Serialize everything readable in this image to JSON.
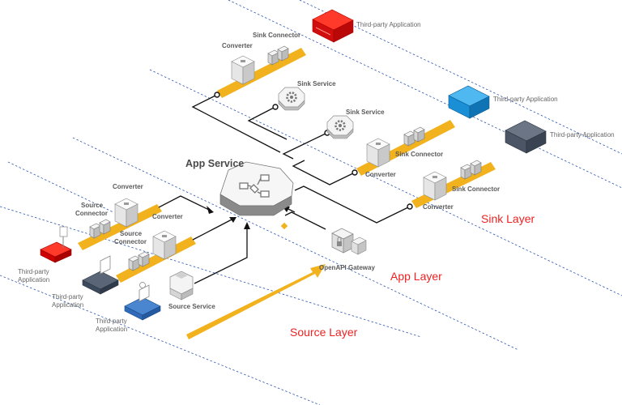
{
  "colors": {
    "red_app": "#dd1010",
    "blue_app": "#1a8fd6",
    "dark_app": "#4b5565",
    "source_blue": "#2f6ab8",
    "source_dark": "#3d4a5c",
    "stream_yellow": "#f1b21e",
    "layer_label": "#ee2222",
    "guide_line": "#2b55b0"
  },
  "layers": {
    "sink": "Sink Layer",
    "app": "App Layer",
    "source": "Source Layer"
  },
  "app_service": {
    "label": "App Service",
    "icon": "flowchart-icon"
  },
  "gateway": {
    "label": "OpenAPI Gateway",
    "icon": "lock-icon"
  },
  "sink_services": [
    {
      "label": "Sink Service",
      "icon": "gear-icon"
    },
    {
      "label": "Sink Service",
      "icon": "gear-icon"
    }
  ],
  "sink_chains": [
    {
      "application": "Third-party Application",
      "connector": "Sink Connector",
      "converter": "Converter",
      "app_color": "red"
    },
    {
      "application": "Third-party Application",
      "connector": "Sink Connector",
      "converter": "Converter",
      "app_color": "blue"
    },
    {
      "application": "Third-party Application",
      "connector": "Sink Connector",
      "converter": "Converter",
      "app_color": "dark"
    }
  ],
  "source_chains": [
    {
      "application": "Third-party Application",
      "connector": "Source Connector",
      "converter": "Converter",
      "app_color": "red"
    },
    {
      "application": "Third-party Application",
      "connector": "Source Connector",
      "converter": "Converter",
      "app_color": "dark"
    }
  ],
  "source_service": {
    "label": "Source Service",
    "application": "Third-party Application",
    "app_color": "blue"
  }
}
